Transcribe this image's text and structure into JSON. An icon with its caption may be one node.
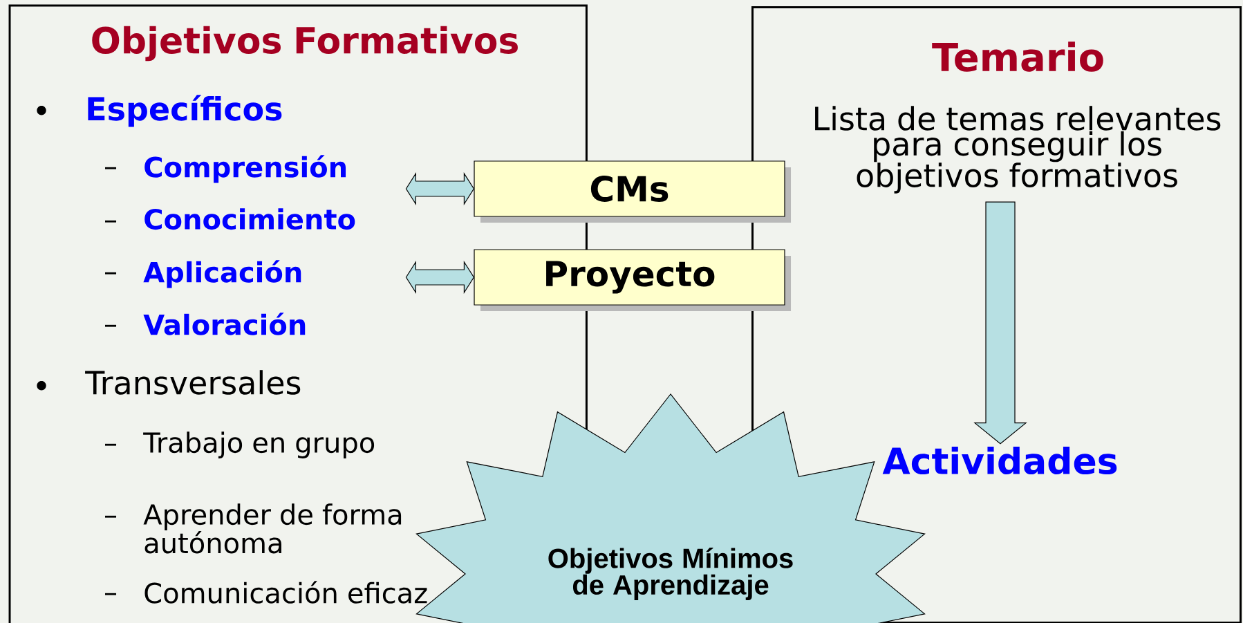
{
  "diagram": {
    "nodes": [
      {
        "text": [
          "Objetivos Formativos",
          "Específicos",
          "Comprensión",
          "Conocimiento",
          "Aplicación",
          "Valoración",
          "Transversales",
          "Trabajo en grupo",
          "Aprender de forma autónoma",
          "Comunicación eficaz"
        ]
      },
      {
        "text": [
          "Temario"
        ]
      },
      {
        "text": [
          "Lista de temas relevantes para conseguir los objetivos formativos"
        ],
        "in": 1
      },
      {
        "text": [
          "Actividades"
        ],
        "in": 1
      },
      {
        "text": [
          "CMs"
        ]
      },
      {
        "text": [
          "Proyecto"
        ]
      },
      {
        "text": [
          "Objetivos Mínimos de Aprendizaje"
        ]
      }
    ],
    "labels": [
      "•",
      "–",
      "–",
      "–",
      "–",
      "•",
      "–",
      "–",
      "–"
    ],
    "edges": [
      {
        "from": null,
        "to": 4,
        "arrow": "both"
      },
      {
        "from": null,
        "to": 5,
        "arrow": "both"
      },
      {
        "from": 2,
        "to": 3,
        "arrow": "to"
      }
    ]
  }
}
